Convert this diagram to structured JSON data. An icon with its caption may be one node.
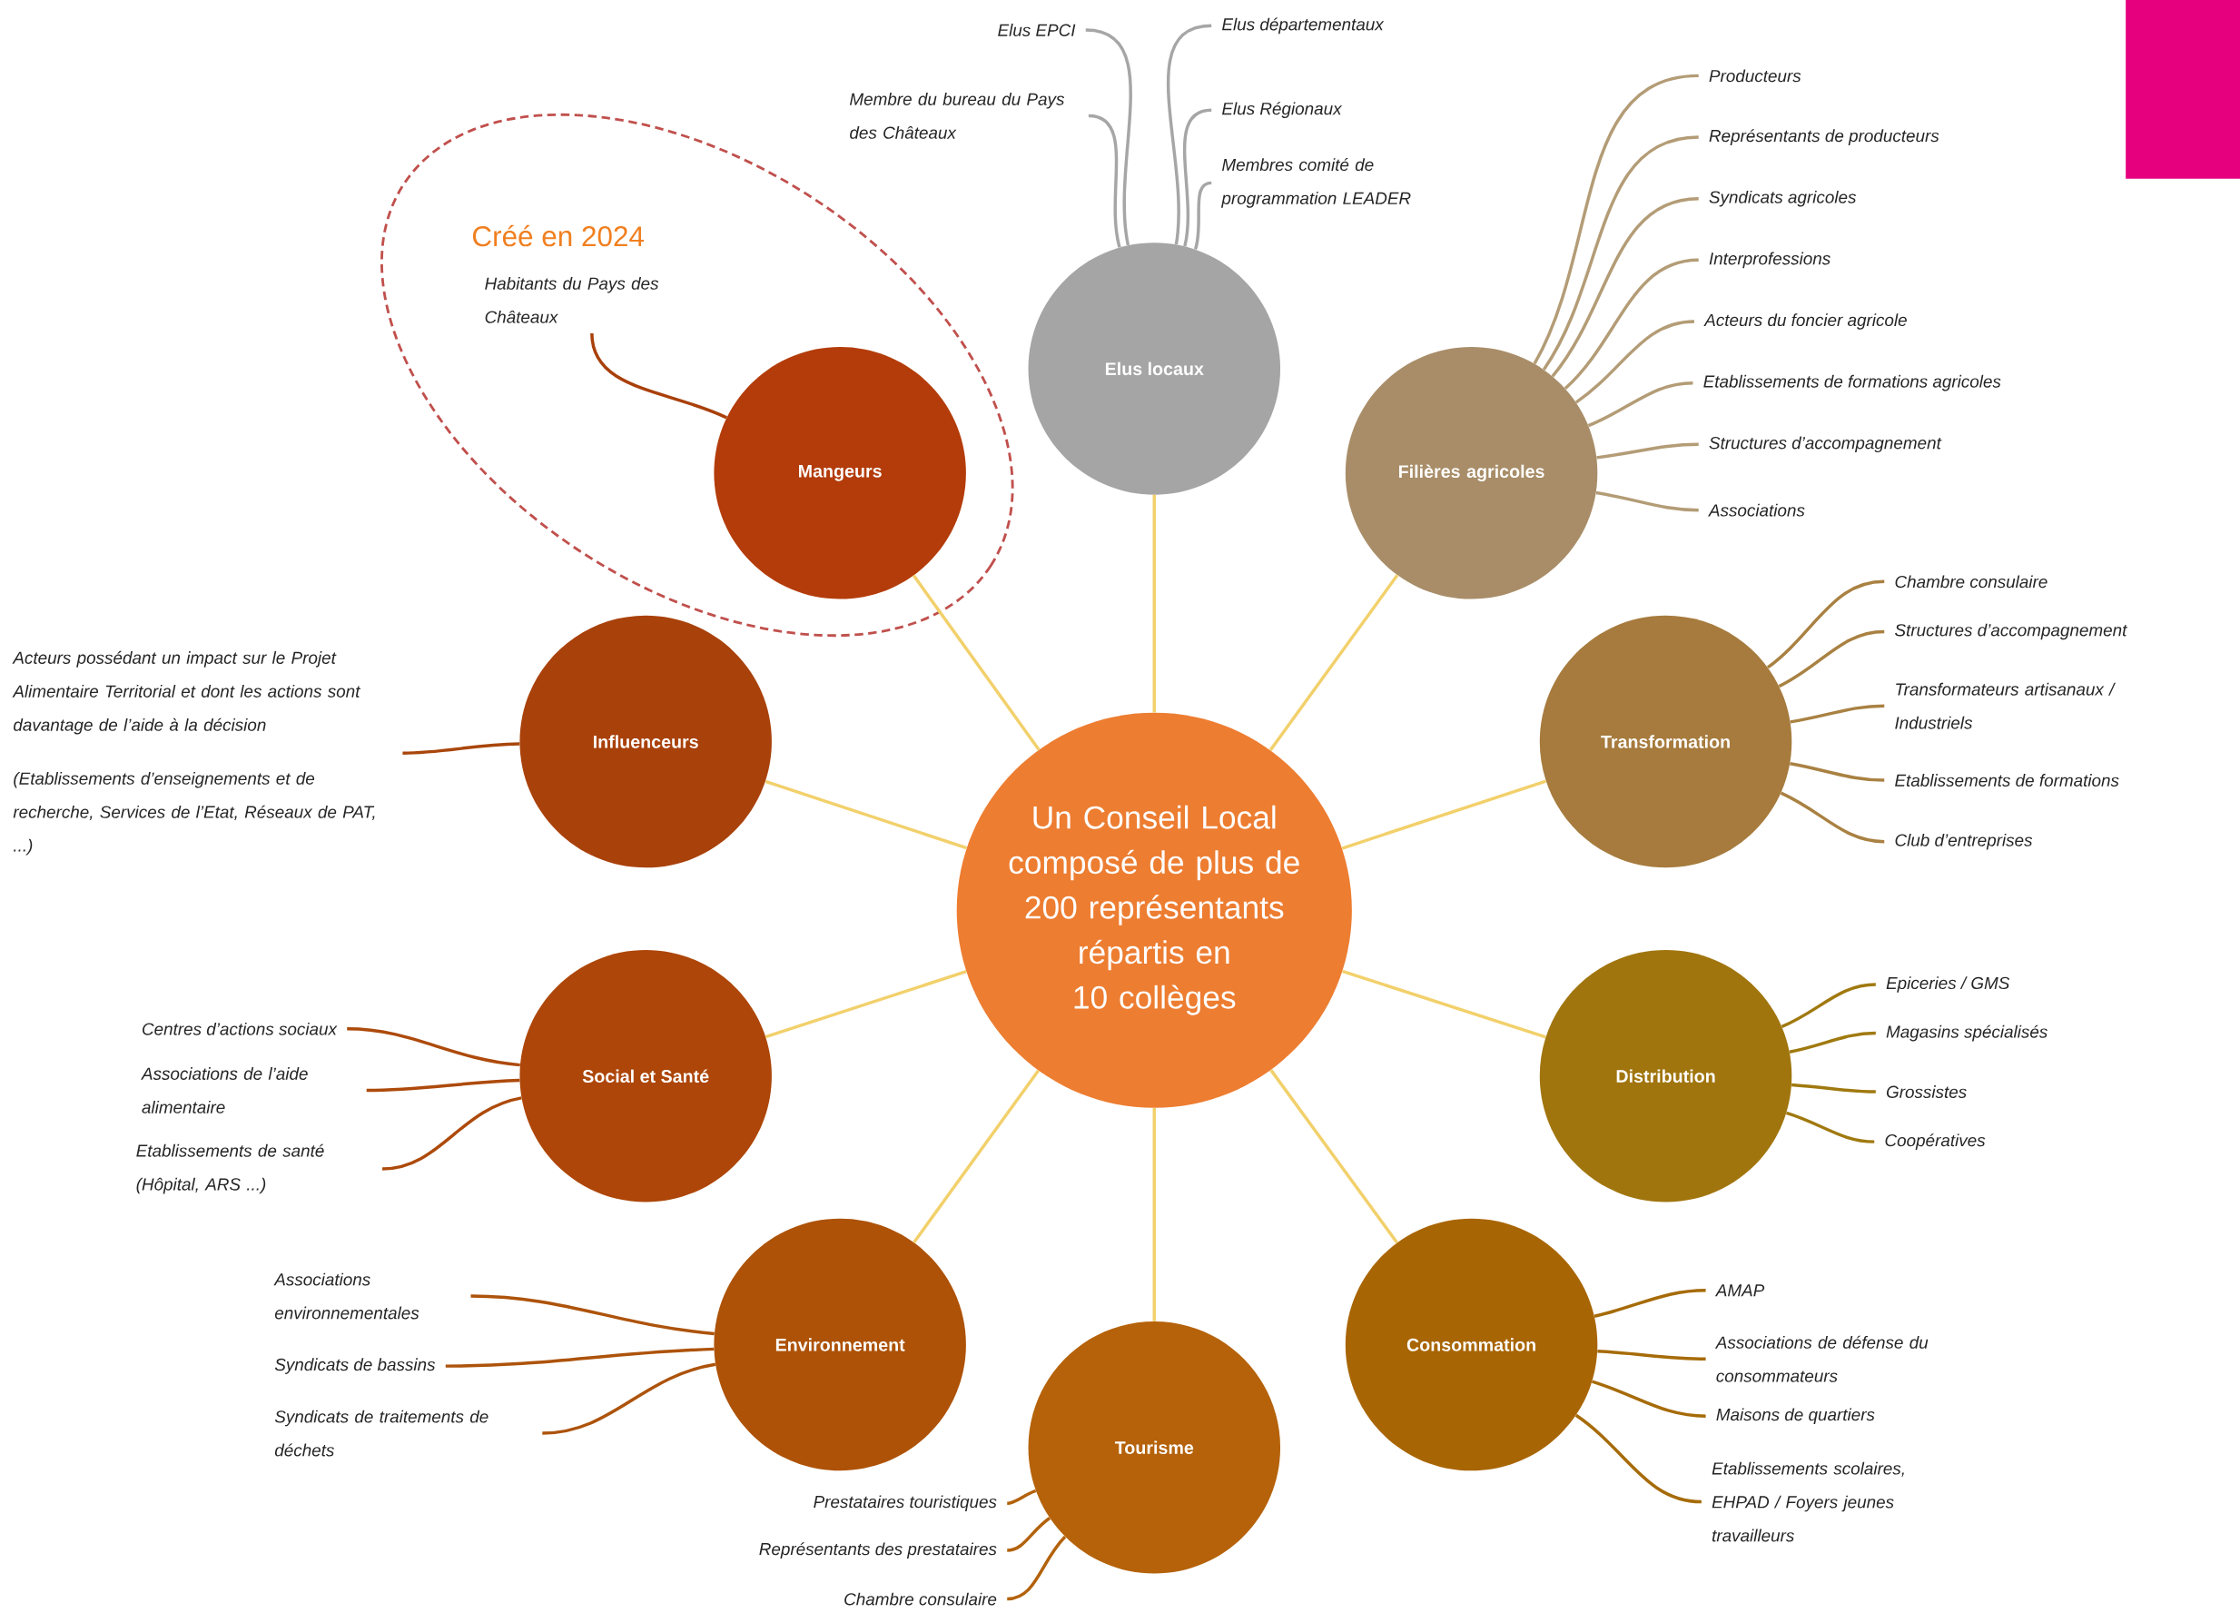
{
  "diagram": {
    "nodes": [
      {
        "text": [
          "Un Conseil Local composé de plus de 200 représentants répartis en 10 collèges"
        ]
      },
      {
        "text": [
          "Créé en 2024"
        ]
      },
      {
        "text": [
          "Mangeurs"
        ],
        "in": 1
      },
      {
        "text": [
          "Habitants du Pays des Châteaux"
        ],
        "in": 1
      },
      {
        "text": [
          "Elus locaux"
        ]
      },
      {
        "text": [
          "Elus EPCI"
        ]
      },
      {
        "text": [
          "Membre du bureau du Pays des Châteaux"
        ]
      },
      {
        "text": [
          "Elus départementaux"
        ]
      },
      {
        "text": [
          "Elus Régionaux"
        ]
      },
      {
        "text": [
          "Membres comité de programmation LEADER"
        ]
      },
      {
        "text": [
          "Filières agricoles"
        ]
      },
      {
        "text": [
          "Producteurs"
        ]
      },
      {
        "text": [
          "Représentants de producteurs"
        ]
      },
      {
        "text": [
          "Syndicats agricoles"
        ]
      },
      {
        "text": [
          "Interprofessions"
        ]
      },
      {
        "text": [
          "Acteurs du foncier agricole"
        ]
      },
      {
        "text": [
          "Etablissements de formations agricoles"
        ]
      },
      {
        "text": [
          "Structures d’accompagnement"
        ]
      },
      {
        "text": [
          "Associations"
        ]
      },
      {
        "text": [
          "Transformation"
        ]
      },
      {
        "text": [
          "Chambre consulaire"
        ]
      },
      {
        "text": [
          "Structures d’accompagnement"
        ]
      },
      {
        "text": [
          "Transformateurs artisanaux / Industriels"
        ]
      },
      {
        "text": [
          "Etablissements de formations"
        ]
      },
      {
        "text": [
          "Club d’entreprises"
        ]
      },
      {
        "text": [
          "Distribution"
        ]
      },
      {
        "text": [
          "Epiceries / GMS"
        ]
      },
      {
        "text": [
          "Magasins spécialisés"
        ]
      },
      {
        "text": [
          "Grossistes"
        ]
      },
      {
        "text": [
          "Coopératives"
        ]
      },
      {
        "text": [
          "Consommation"
        ]
      },
      {
        "text": [
          "AMAP"
        ]
      },
      {
        "text": [
          "Associations de défense du consommateurs"
        ]
      },
      {
        "text": [
          "Maisons de quartiers"
        ]
      },
      {
        "text": [
          "Etablissements scolaires, EHPAD / Foyers jeunes travailleurs"
        ]
      },
      {
        "text": [
          "Tourisme"
        ]
      },
      {
        "text": [
          "Prestataires touristiques"
        ]
      },
      {
        "text": [
          "Représentants des prestataires"
        ]
      },
      {
        "text": [
          "Chambre consulaire"
        ]
      },
      {
        "text": [
          "Environnement"
        ]
      },
      {
        "text": [
          "Associations environnementales"
        ]
      },
      {
        "text": [
          "Syndicats de bassins"
        ]
      },
      {
        "text": [
          "Syndicats de traitements de déchets"
        ]
      },
      {
        "text": [
          "Social et Santé"
        ]
      },
      {
        "text": [
          "Centres d’actions sociaux"
        ]
      },
      {
        "text": [
          "Associations de l’aide alimentaire"
        ]
      },
      {
        "text": [
          "Etablissements de santé (Hôpital, ARS ...)"
        ]
      },
      {
        "text": [
          "Influenceurs"
        ]
      },
      {
        "text": [
          "Acteurs possédant un impact sur le Projet Alimentaire Territorial et dont les actions sont davantage de l’aide à la décision",
          "(Etablissements d’enseignements et de recherche, Services de l’Etat, Réseaux  de PAT, ...)"
        ]
      }
    ],
    "edges": [
      {
        "from": 0,
        "to": 2,
        "arrow": "none",
        "color": "#f2d06b"
      },
      {
        "from": 0,
        "to": 4,
        "arrow": "none",
        "color": "#f2d06b"
      },
      {
        "from": 0,
        "to": 10,
        "arrow": "none",
        "color": "#f2d06b"
      },
      {
        "from": 0,
        "to": 19,
        "arrow": "none",
        "color": "#f2d06b"
      },
      {
        "from": 0,
        "to": 25,
        "arrow": "none",
        "color": "#f2d06b"
      },
      {
        "from": 0,
        "to": 30,
        "arrow": "none",
        "color": "#f2d06b"
      },
      {
        "from": 0,
        "to": 35,
        "arrow": "none",
        "color": "#f2d06b"
      },
      {
        "from": 0,
        "to": 39,
        "arrow": "none",
        "color": "#f2d06b"
      },
      {
        "from": 0,
        "to": 43,
        "arrow": "none",
        "color": "#f2d06b"
      },
      {
        "from": 0,
        "to": 47,
        "arrow": "none",
        "color": "#f2d06b"
      },
      {
        "from": 2,
        "to": 3,
        "arrow": "none",
        "color": "#a9400b"
      },
      {
        "from": 4,
        "to": 5,
        "arrow": "none",
        "color": "#a6a6a6"
      },
      {
        "from": 4,
        "to": 6,
        "arrow": "none",
        "color": "#a6a6a6"
      },
      {
        "from": 4,
        "to": 7,
        "arrow": "none",
        "color": "#a6a6a6"
      },
      {
        "from": 4,
        "to": 8,
        "arrow": "none",
        "color": "#a6a6a6"
      },
      {
        "from": 4,
        "to": 9,
        "arrow": "none",
        "color": "#a6a6a6"
      },
      {
        "from": 10,
        "to": 11,
        "arrow": "none",
        "color": "#b39c76"
      },
      {
        "from": 10,
        "to": 12,
        "arrow": "none",
        "color": "#b39c76"
      },
      {
        "from": 10,
        "to": 13,
        "arrow": "none",
        "color": "#b39c76"
      },
      {
        "from": 10,
        "to": 14,
        "arrow": "none",
        "color": "#b39c76"
      },
      {
        "from": 10,
        "to": 15,
        "arrow": "none",
        "color": "#b39c76"
      },
      {
        "from": 10,
        "to": 16,
        "arrow": "none",
        "color": "#b39c76"
      },
      {
        "from": 10,
        "to": 17,
        "arrow": "none",
        "color": "#b39c76"
      },
      {
        "from": 10,
        "to": 18,
        "arrow": "none",
        "color": "#b39c76"
      },
      {
        "from": 19,
        "to": 20,
        "arrow": "none",
        "color": "#a98142"
      },
      {
        "from": 19,
        "to": 21,
        "arrow": "none",
        "color": "#a98142"
      },
      {
        "from": 19,
        "to": 22,
        "arrow": "none",
        "color": "#a98142"
      },
      {
        "from": 19,
        "to": 23,
        "arrow": "none",
        "color": "#a98142"
      },
      {
        "from": 19,
        "to": 24,
        "arrow": "none",
        "color": "#a98142"
      },
      {
        "from": 25,
        "to": 26,
        "arrow": "none",
        "color": "#a0790f"
      },
      {
        "from": 25,
        "to": 27,
        "arrow": "none",
        "color": "#a0790f"
      },
      {
        "from": 25,
        "to": 28,
        "arrow": "none",
        "color": "#a0790f"
      },
      {
        "from": 25,
        "to": 29,
        "arrow": "none",
        "color": "#a0790f"
      },
      {
        "from": 30,
        "to": 31,
        "arrow": "none",
        "color": "#a66b09"
      },
      {
        "from": 30,
        "to": 32,
        "arrow": "none",
        "color": "#a66b09"
      },
      {
        "from": 30,
        "to": 33,
        "arrow": "none",
        "color": "#a66b09"
      },
      {
        "from": 30,
        "to": 34,
        "arrow": "none",
        "color": "#a66b09"
      },
      {
        "from": 35,
        "to": 36,
        "arrow": "none",
        "color": "#b3620c"
      },
      {
        "from": 35,
        "to": 37,
        "arrow": "none",
        "color": "#b3620c"
      },
      {
        "from": 35,
        "to": 38,
        "arrow": "none",
        "color": "#b3620c"
      },
      {
        "from": 39,
        "to": 40,
        "arrow": "none",
        "color": "#ad530b"
      },
      {
        "from": 39,
        "to": 41,
        "arrow": "none",
        "color": "#ad530b"
      },
      {
        "from": 39,
        "to": 42,
        "arrow": "none",
        "color": "#ad530b"
      },
      {
        "from": 43,
        "to": 44,
        "arrow": "none",
        "color": "#ad4a0b"
      },
      {
        "from": 43,
        "to": 45,
        "arrow": "none",
        "color": "#ad4a0b"
      },
      {
        "from": 43,
        "to": 46,
        "arrow": "none",
        "color": "#ad4a0b"
      },
      {
        "from": 47,
        "to": 48,
        "arrow": "none",
        "color": "#a9460c"
      }
    ]
  }
}
